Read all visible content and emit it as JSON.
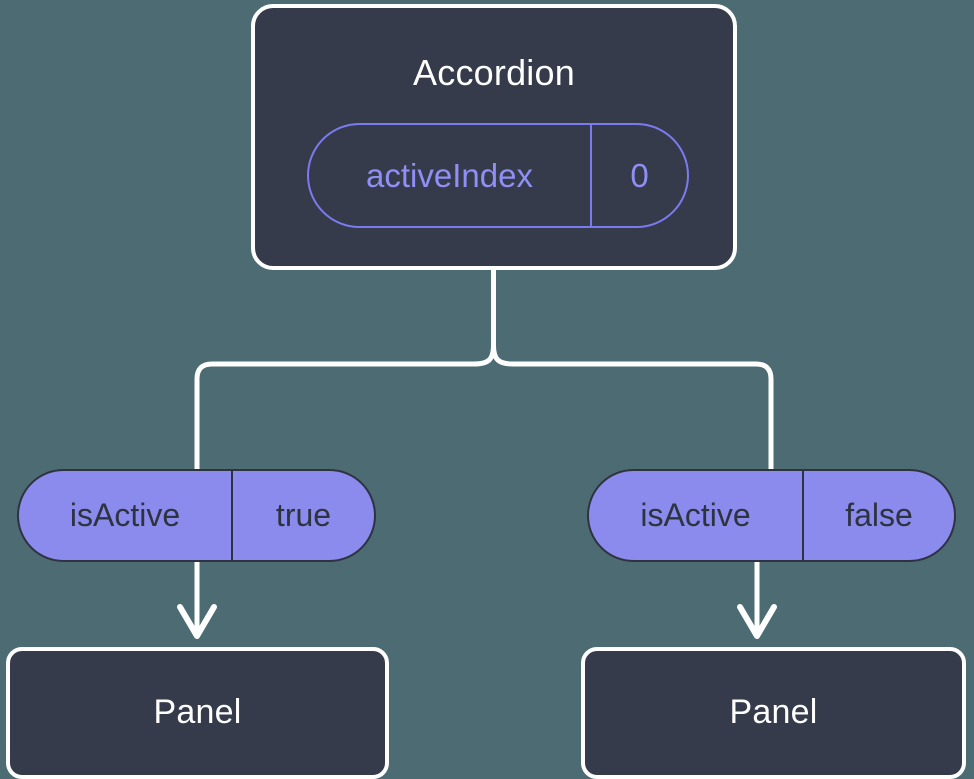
{
  "diagram": {
    "background_color": "#4d6b72",
    "node_fill": "#353b4a",
    "node_stroke": "#ffffff",
    "accent_color": "#8b8bee",
    "state_pill_color": "#8f8ff5",
    "connector_color": "#ffffff"
  },
  "parent": {
    "title": "Accordion",
    "state_pill": {
      "key": "activeIndex",
      "value": "0"
    }
  },
  "branches": [
    {
      "prop_pill": {
        "key": "isActive",
        "value": "true"
      },
      "child": {
        "title": "Panel"
      }
    },
    {
      "prop_pill": {
        "key": "isActive",
        "value": "false"
      },
      "child": {
        "title": "Panel"
      }
    }
  ]
}
